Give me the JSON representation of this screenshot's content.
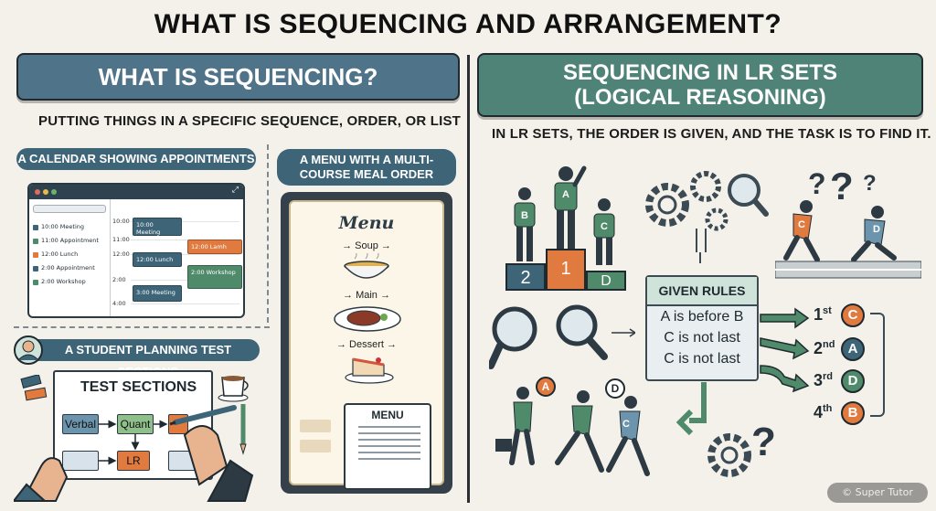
{
  "title": "WHAT IS SEQUENCING AND ARRANGEMENT?",
  "left": {
    "banner": "WHAT IS SEQUENCING?",
    "subtitle": "PUTTING THINGS IN A SPECIFIC SEQUENCE, ORDER, OR LIST",
    "calendar": {
      "label": "A CALENDAR SHOWING APPOINTMENTS",
      "list": [
        "10:00 Meeting",
        "11:00 Appointment",
        "12:00 Lunch",
        "2:00 Appointment",
        "2:00 Workshop"
      ],
      "hours": [
        "10:00",
        "11:00",
        "12:00",
        "2:00",
        "4:00"
      ],
      "events": {
        "meeting1": "10:00 Meeting",
        "lunch1": "12:00 Lunch",
        "lunch2": "12:00 Lamh",
        "workshop": "2:00 Workshop",
        "meeting3": "3:00 Meeting"
      }
    },
    "menu": {
      "label_line1": "A MENU WITH A MULTI-",
      "label_line2": "COURSE MEAL ORDER",
      "title": "Menu",
      "courses": [
        "Soup",
        "Main",
        "Dessert"
      ],
      "notebook_title": "MENU"
    },
    "test": {
      "label": "A STUDENT PLANNING TEST SECTIONS",
      "title": "TEST SECTIONS",
      "boxes": [
        "Verbal",
        "Quant",
        "LR"
      ]
    }
  },
  "right": {
    "banner_line1": "SEQUENCING IN LR SETS",
    "banner_line2": "(LOGICAL REASONING)",
    "subtitle": "IN LR SETS, THE ORDER IS GIVEN, AND THE TASK IS TO FIND IT.",
    "podium": {
      "people": [
        "B",
        "A",
        "C"
      ],
      "places": [
        "2",
        "1",
        "D"
      ]
    },
    "runners_top": [
      "C",
      "D"
    ],
    "rules": {
      "heading": "GIVEN RULES",
      "items": [
        "A is before B",
        "C is not last",
        "C is not last"
      ]
    },
    "ranking": [
      {
        "num": "1",
        "suffix": "st",
        "letter": "C"
      },
      {
        "num": "2",
        "suffix": "nd",
        "letter": "A"
      },
      {
        "num": "3",
        "suffix": "rd",
        "letter": "D"
      },
      {
        "num": "4",
        "suffix": "th",
        "letter": "B"
      }
    ],
    "runners_bottom": [
      "A",
      "D",
      "C"
    ]
  },
  "watermark": "© Super Tutor",
  "colors": {
    "orange": "#e07a3f",
    "green": "#4f8a6a",
    "navy": "#3e6478",
    "teal": "#4f8378"
  }
}
